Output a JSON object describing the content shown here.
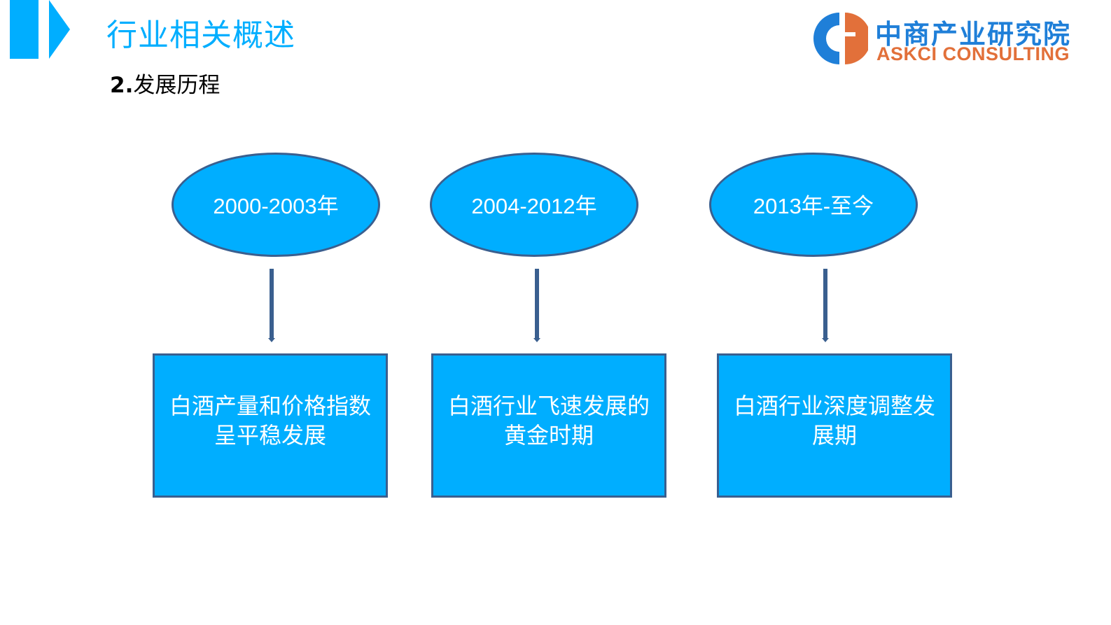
{
  "header": {
    "section_title": "行业相关概述",
    "sub_title_number": "2.",
    "sub_title_text": "发展历程"
  },
  "logo": {
    "name_cn": "中商产业研究院",
    "name_en": "ASKCI CONSULTING",
    "colors": {
      "blue": "#1f7fd8",
      "orange": "#e2703a"
    }
  },
  "colors": {
    "accent": "#00aeff",
    "border": "#3a5f8f",
    "text_on_shape": "#ffffff"
  },
  "timeline": [
    {
      "period": "2000-2003年",
      "description": "白酒产量和价格指数呈平稳发展"
    },
    {
      "period": "2004-2012年",
      "description": "白酒行业飞速发展的黄金时期"
    },
    {
      "period": "2013年-至今",
      "description": "白酒行业深度调整发展期"
    }
  ]
}
